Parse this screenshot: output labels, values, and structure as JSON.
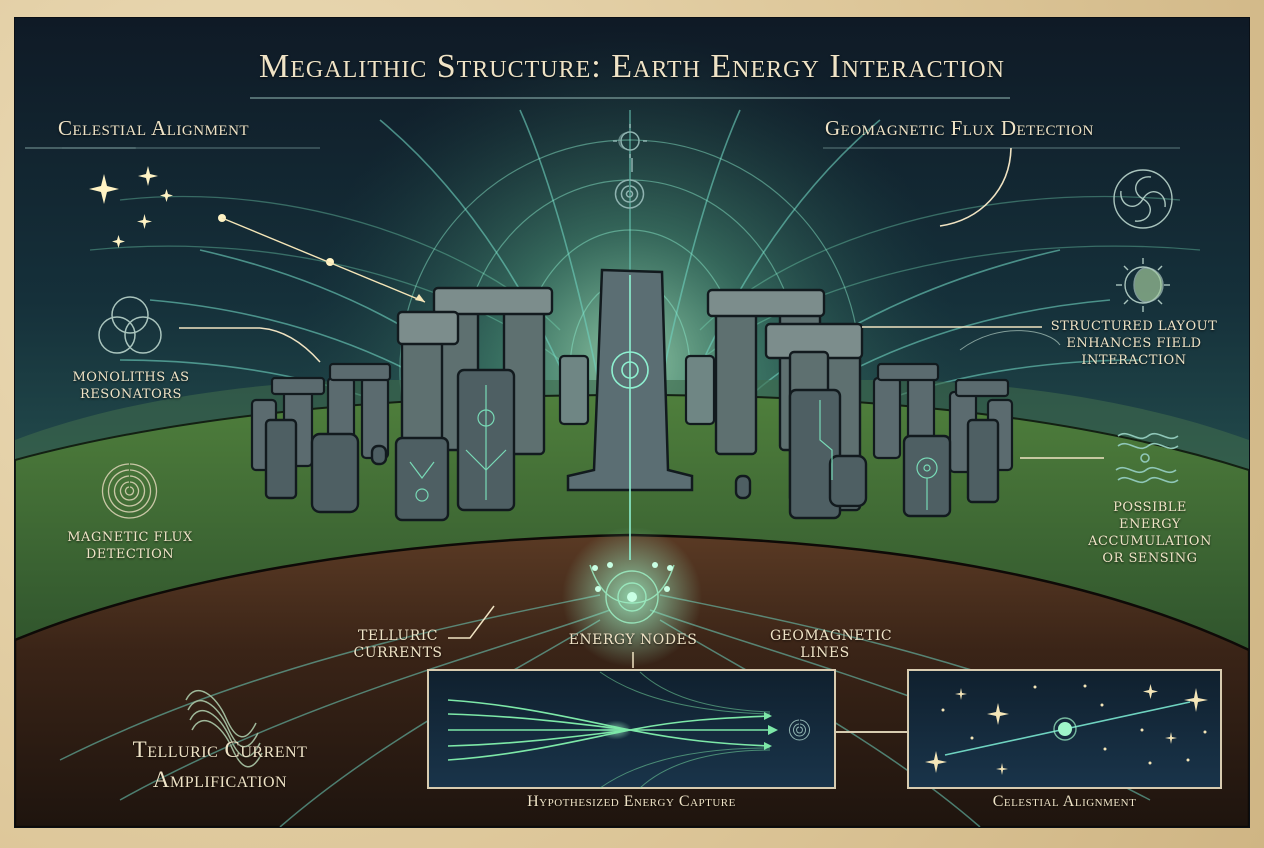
{
  "title": "Megalithic Structure: Earth Energy Interaction",
  "headings": {
    "left": "Celestial Alignment",
    "right": "Geomagnetic Flux Detection"
  },
  "callouts": {
    "monoliths": {
      "line1": "MONOLITHS AS",
      "line2": "RESONATORS",
      "icon": "triple-circle-icon"
    },
    "magnetic_flux": {
      "line1": "MAGNETIC FLUX",
      "line2": "DETECTION",
      "icon": "spiral-icon"
    },
    "structured_layout": {
      "line1": "STRUCTURED LAYOUT",
      "line2": "ENHANCES FIELD",
      "line3": "INTERACTION",
      "icon": "sun-moon-icon"
    },
    "energy_accumulation": {
      "line1": "POSSIBLE",
      "line2": "ENERGY",
      "line3": "ACCUMULATION",
      "line4": "OR SENSING",
      "icon": "waves-icon"
    },
    "telluric_currents": {
      "line1": "TELLURIC",
      "line2": "CURRENTS"
    },
    "energy_nodes": {
      "line1": "ENERGY NODES"
    },
    "geomagnetic_lines": {
      "line1": "GEOMAGNETIC",
      "line2": "LINES"
    },
    "telluric_amplification": {
      "line1": "Telluric Current",
      "line2": "Amplification",
      "icon": "wave-lines-icon"
    }
  },
  "insets": [
    {
      "caption": "Hypothesized Energy Capture",
      "icon": "converging-arrows-icon"
    },
    {
      "caption": "Celestial Alignment",
      "icon": "star-alignment-icon"
    }
  ],
  "top_icons": [
    "sun-moon-icon",
    "spiral-icon"
  ],
  "right_icons": [
    "swirl-circle-icon",
    "sun-moon-icon"
  ],
  "colors": {
    "sky_dark": "#0f1a26",
    "sky_mid": "#1c3a45",
    "grass": "#3d6b34",
    "soil": "#3a2417",
    "energy": "#7de8c0",
    "text": "#efe3c6",
    "parchment": "#e6d3ae"
  }
}
